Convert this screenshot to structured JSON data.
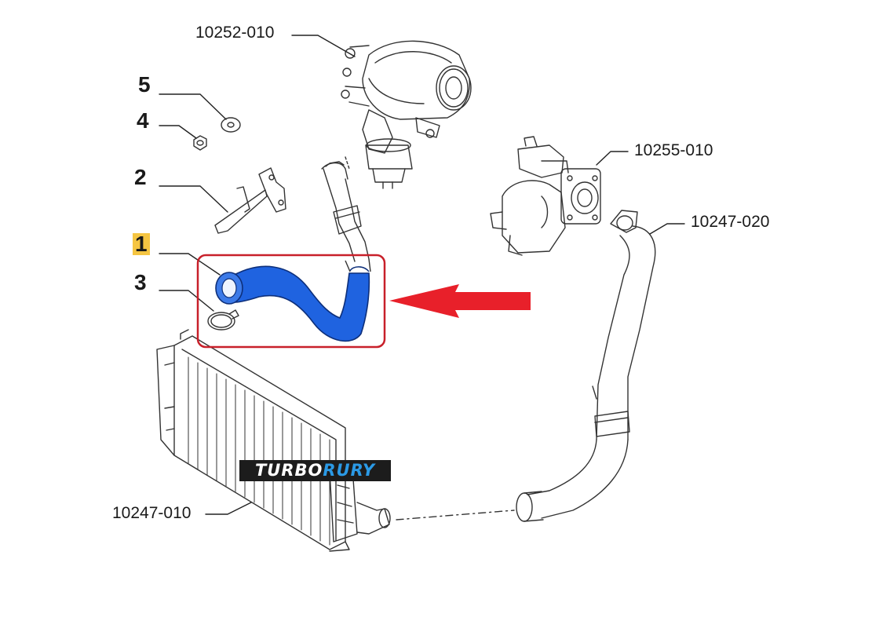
{
  "labels": {
    "turbo": "10252-010",
    "egr": "10255-010",
    "pipe_right": "10247-020",
    "intercooler": "10247-010"
  },
  "callouts": {
    "n5": "5",
    "n4": "4",
    "n2": "2",
    "n1": "1",
    "n3": "3"
  },
  "logo": {
    "part1": "TURBO",
    "part2": "RURY",
    "color_main": "#ffffff",
    "color_accent": "#2b9ae6"
  },
  "colors": {
    "highlight_hose": "#1f63e0",
    "highlight_box": "#c8202a",
    "arrow": "#e8202a",
    "number_highlight": "#f5c542"
  }
}
